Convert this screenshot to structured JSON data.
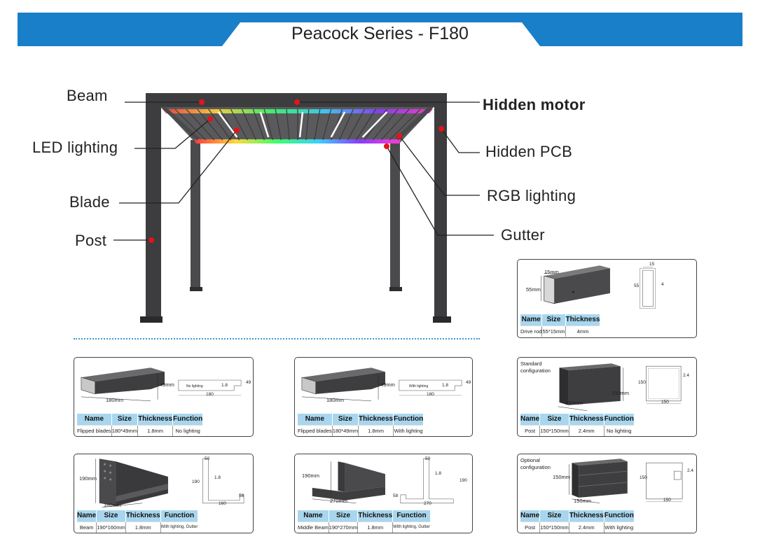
{
  "title": "Peacock Series - F180",
  "colors": {
    "banner": "#1a7fc9",
    "frame": "#3d3d3f",
    "marker": "#e3141a",
    "table_head": "#a8d6ee"
  },
  "callouts": {
    "beam": "Beam",
    "led": "LED lighting",
    "blade": "Blade",
    "post": "Post",
    "hidden_motor": "Hidden motor",
    "hidden_pcb": "Hidden PCB",
    "rgb": "RGB lighting",
    "gutter": "Gutter"
  },
  "headers": {
    "name": "Name",
    "size": "Size",
    "thickness": "Thickness",
    "function": "Function"
  },
  "cards": {
    "drive_rod": {
      "name": "Drive rod",
      "size": "55*15mm",
      "thickness": "4mm",
      "dims": {
        "d15mm": "15mm",
        "d55mm": "55mm",
        "s15": "15",
        "s55": "55",
        "s4": "4"
      }
    },
    "blade_nolight": {
      "name": "Flipped blades",
      "size": "180*49mm",
      "thickness": "1.8mm",
      "function": "No lighting",
      "dims": {
        "w": "180mm",
        "h": "49mm",
        "note": "No lighting",
        "t": "1.8",
        "s49": "49",
        "s180": "180"
      }
    },
    "blade_light": {
      "name": "Flipped blades",
      "size": "180*49mm",
      "thickness": "1.8mm",
      "function": "With lighting",
      "dims": {
        "w": "180mm",
        "h": "49mm",
        "note": "With lighting",
        "t": "1.8",
        "s49": "49",
        "s180": "180"
      }
    },
    "post_std": {
      "config": "Standard configuration",
      "name": "Post",
      "size": "150*150mm",
      "thickness": "2.4mm",
      "function": "No lighting",
      "dims": {
        "w": "150mm",
        "h": "150mm",
        "s150a": "150",
        "s150b": "150",
        "t": "2.4"
      }
    },
    "beam": {
      "name": "Beam",
      "size": "190*160mm",
      "thickness": "1.8mm",
      "function": "With lighting, Gutter",
      "dims": {
        "h": "190mm",
        "w": "160mm",
        "s50": "50",
        "s190": "190",
        "t": "1.8",
        "s160": "160",
        "s58": "58"
      }
    },
    "middle_beam": {
      "name": "Middle Beam",
      "size": "190*270mm",
      "thickness": "1.8mm",
      "function": "With lighting, Gutter",
      "dims": {
        "h": "190mm",
        "w": "270mm",
        "s50": "50",
        "t": "1.8",
        "s190": "190",
        "s58": "58",
        "s270": "270"
      }
    },
    "post_opt": {
      "config": "Optional configuration",
      "name": "Post",
      "size": "150*150mm",
      "thickness": "2.4mm",
      "function": "With lighting",
      "dims": {
        "w": "150mm",
        "h": "150mm",
        "s150a": "150",
        "s150b": "150",
        "t": "2.4"
      }
    }
  }
}
